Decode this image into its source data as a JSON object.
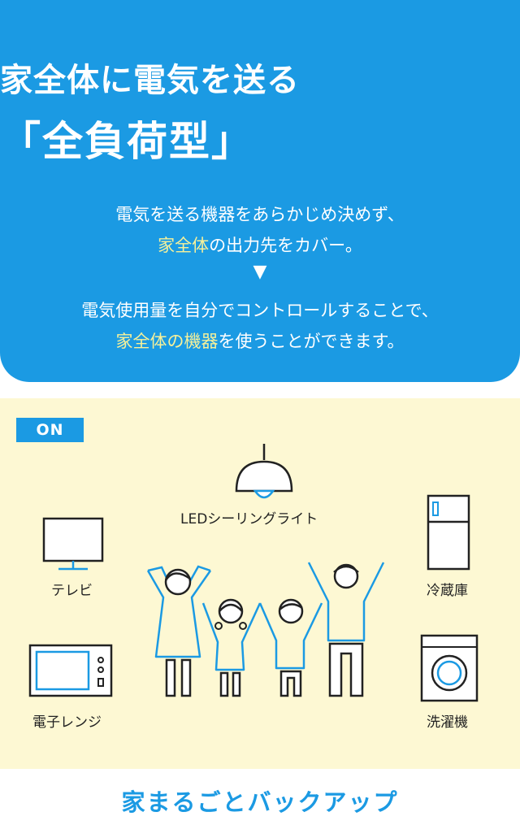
{
  "header": {
    "title_line1": "家全体に電気を送る",
    "title_line2": "「全負荷型」"
  },
  "description": {
    "line1": "電気を送る機器をあらかじめ決めず、",
    "line2_highlight": "家全体",
    "line2_rest": "の出力先をカバー。",
    "arrow": "▼",
    "line3": "電気使用量を自分でコントロールすることで、",
    "line4_highlight": "家全体の機器",
    "line4_rest": "を使うことができます。"
  },
  "scene": {
    "badge": "ON",
    "labels": {
      "light": "LEDシーリングライト",
      "tv": "テレビ",
      "fridge": "冷蔵庫",
      "microwave": "電子レンジ",
      "washer": "洗濯機"
    }
  },
  "footer": {
    "caption": "家まるごとバックアップ"
  },
  "colors": {
    "primary_blue": "#1b9ae3",
    "highlight_yellow": "#f7f19a",
    "scene_background": "#fdf8d3"
  }
}
